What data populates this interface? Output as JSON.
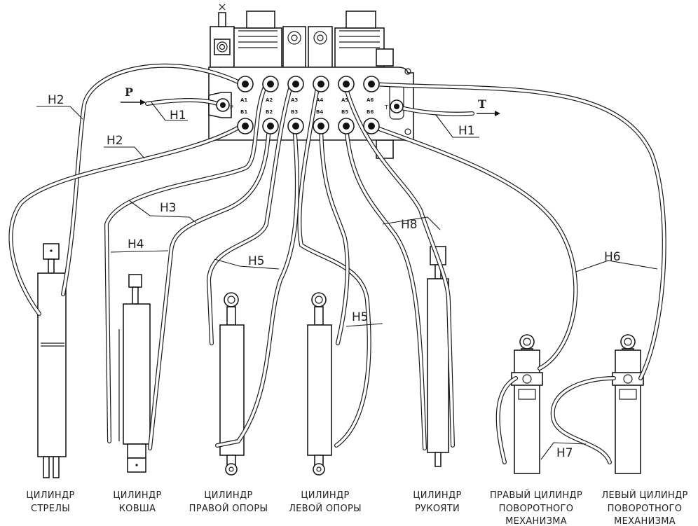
{
  "ports": {
    "top": [
      "A1",
      "A2",
      "A3",
      "A4",
      "A5",
      "A6"
    ],
    "bottom": [
      "B1",
      "B2",
      "B3",
      "B4",
      "B5",
      "B6"
    ],
    "pressure": "P",
    "tank": "T"
  },
  "flow": {
    "pressure": "P",
    "tank": "T"
  },
  "hoses": [
    "H1",
    "H1",
    "H2",
    "H2",
    "H3",
    "H4",
    "H5",
    "H5",
    "H6",
    "H7",
    "H8"
  ],
  "cylinders": [
    {
      "line1": "ЦИЛИНДР",
      "line2": "СТРЕЛЫ",
      "line3": ""
    },
    {
      "line1": "ЦИЛИНДР",
      "line2": "КОВША",
      "line3": ""
    },
    {
      "line1": "ЦИЛИНДР",
      "line2": "ПРАВОЙ ОПОРЫ",
      "line3": ""
    },
    {
      "line1": "ЦИЛИНДР",
      "line2": "ЛЕВОЙ ОПОРЫ",
      "line3": ""
    },
    {
      "line1": "ЦИЛИНДР",
      "line2": "РУКОЯТИ",
      "line3": ""
    },
    {
      "line1": "ПРАВЫЙ ЦИЛИНДР",
      "line2": "ПОВОРОТНОГО",
      "line3": "МЕХАНИЗМА"
    },
    {
      "line1": "ЛЕВЫЙ ЦИЛИНДР",
      "line2": "ПОВОРОТНОГО",
      "line3": "МЕХАНИЗМА"
    }
  ],
  "colors": {
    "ink": "#1a1a1a",
    "paper": "#ffffff"
  }
}
